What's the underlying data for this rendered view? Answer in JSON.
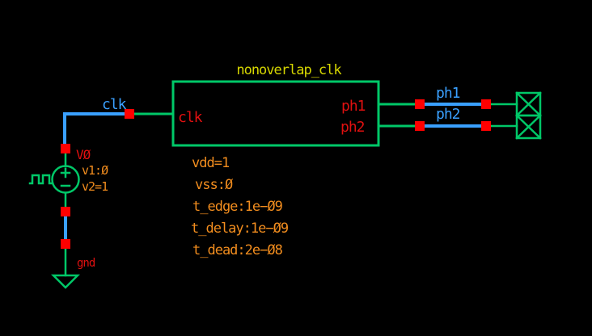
{
  "canvas": {
    "background": "#000000"
  },
  "colors": {
    "symbol_green": "#00c868",
    "wire_blue": "#3aa0ff",
    "pin_red": "#ff0000",
    "label_red": "#e01010",
    "param_orange": "#f28d1e",
    "title_yellow": "#d6d600"
  },
  "instance": {
    "cell_name": "nonoverlap_clk",
    "pin_in": "clk",
    "pin_out1": "ph1",
    "pin_out2": "ph2",
    "params": {
      "vdd": "vdd=1",
      "vss": "vss:Ø",
      "t_edge": "t_edge:1e−Ø9",
      "t_delay": "t_delay:1e−Ø9",
      "t_dead": "t_dead:2e−Ø8"
    }
  },
  "vsource": {
    "name": "VØ",
    "v1": "v1:Ø",
    "v2": "v2=1"
  },
  "ground": {
    "label": "gnd"
  },
  "nets": {
    "clk": "clk",
    "ph1": "ph1",
    "ph2": "ph2"
  }
}
